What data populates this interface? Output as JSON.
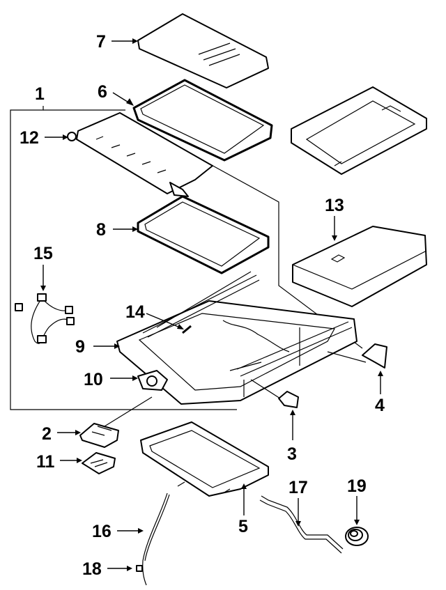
{
  "diagram": {
    "callouts": {
      "p1": "1",
      "p2": "2",
      "p3": "3",
      "p4": "4",
      "p5": "5",
      "p6": "6",
      "p7": "7",
      "p8": "8",
      "p9": "9",
      "p10": "10",
      "p11": "11",
      "p12": "12",
      "p13": "13",
      "p14": "14",
      "p15": "15",
      "p16": "16",
      "p17": "17",
      "p18": "18",
      "p19": "19"
    }
  }
}
